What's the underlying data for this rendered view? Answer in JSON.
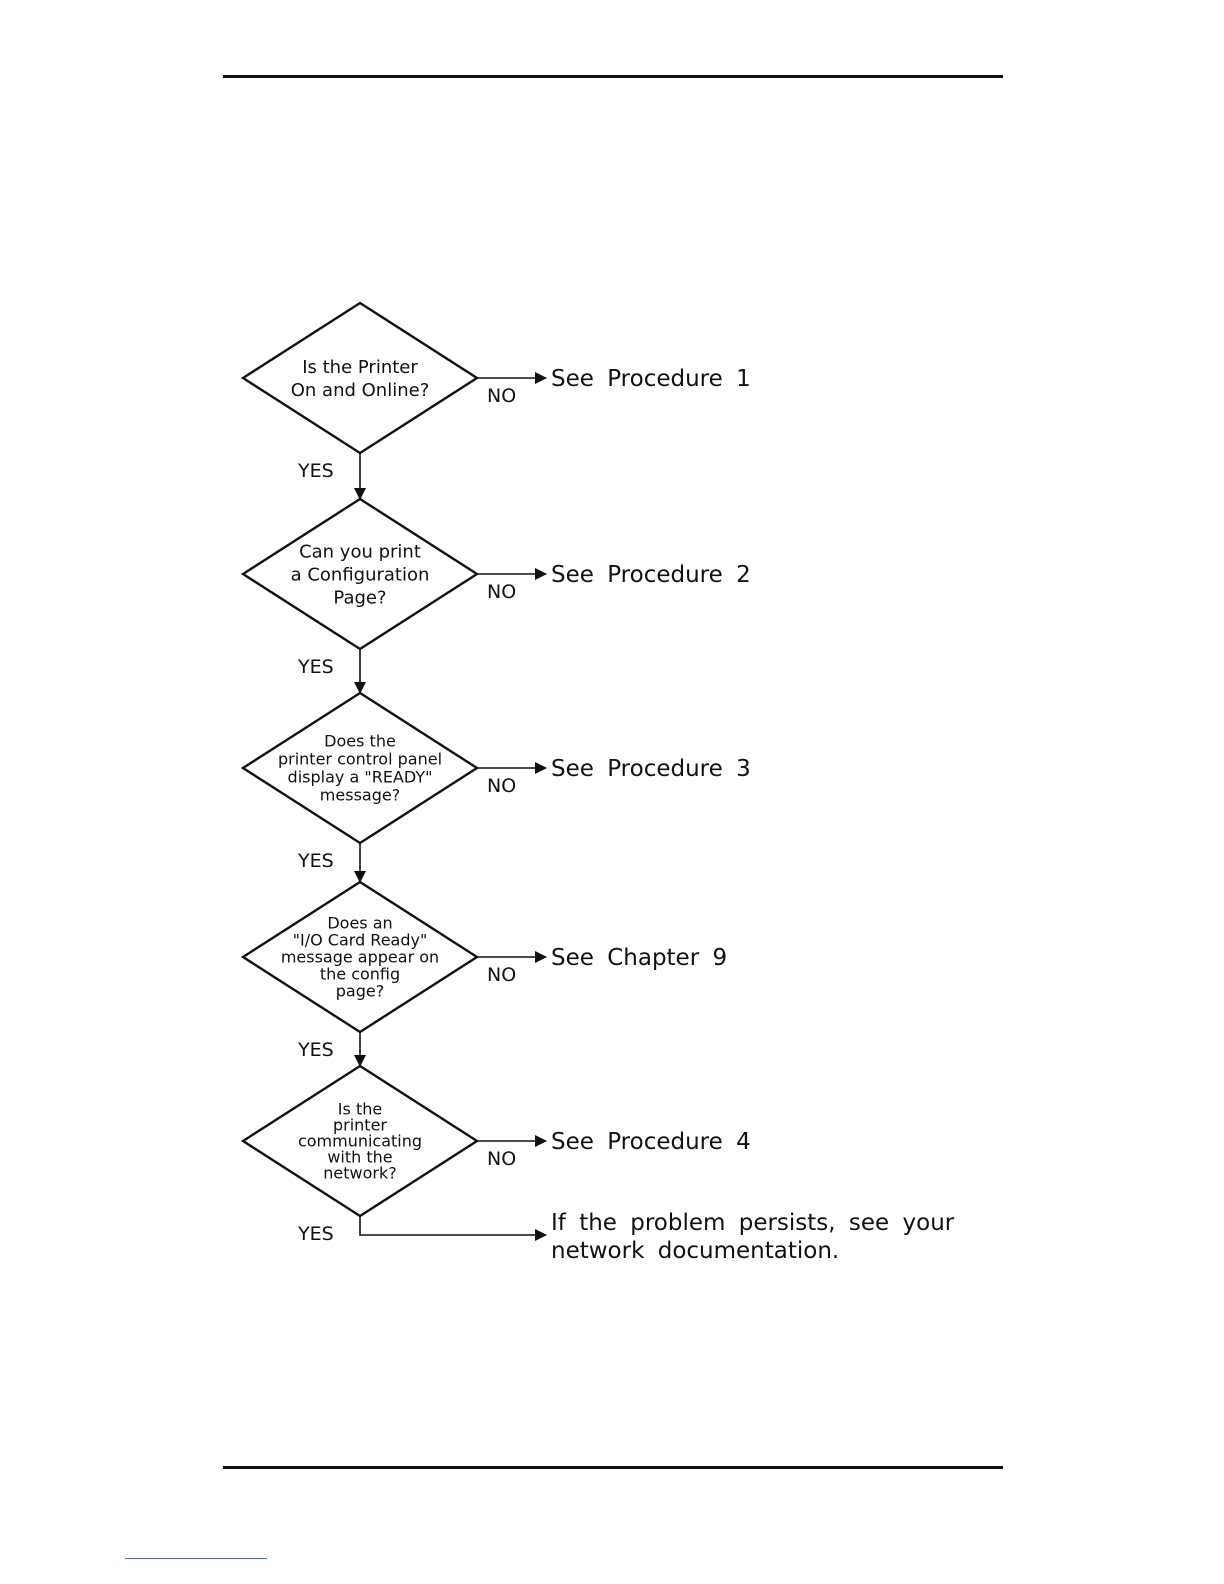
{
  "flowchart": {
    "decisions": [
      {
        "lines": [
          "Is the Printer",
          "On and Online?"
        ],
        "no_label": "NO",
        "no_target": [
          "See Procedure 1"
        ],
        "yes_label": "YES"
      },
      {
        "lines": [
          "Can you print",
          "a Configuration",
          "Page?"
        ],
        "no_label": "NO",
        "no_target": [
          "See Procedure 2"
        ],
        "yes_label": "YES"
      },
      {
        "lines": [
          "Does the",
          "printer control panel",
          "display a \"READY\"",
          "message?"
        ],
        "no_label": "NO",
        "no_target": [
          "See Procedure 3"
        ],
        "yes_label": "YES"
      },
      {
        "lines": [
          "Does an",
          "\"I/O Card Ready\"",
          "message appear on",
          "the config",
          "page?"
        ],
        "no_label": "NO",
        "no_target": [
          "See Chapter 9"
        ],
        "yes_label": "YES"
      },
      {
        "lines": [
          "Is the",
          "printer",
          "communicating",
          "with the",
          "network?"
        ],
        "no_label": "NO",
        "no_target": [
          "See Procedure 4"
        ],
        "yes_label": "YES"
      }
    ],
    "final_target": [
      "If the problem persists, see your",
      "network documentation."
    ]
  },
  "colors": {
    "ink": "#111111",
    "link": "#4a6fd0"
  }
}
